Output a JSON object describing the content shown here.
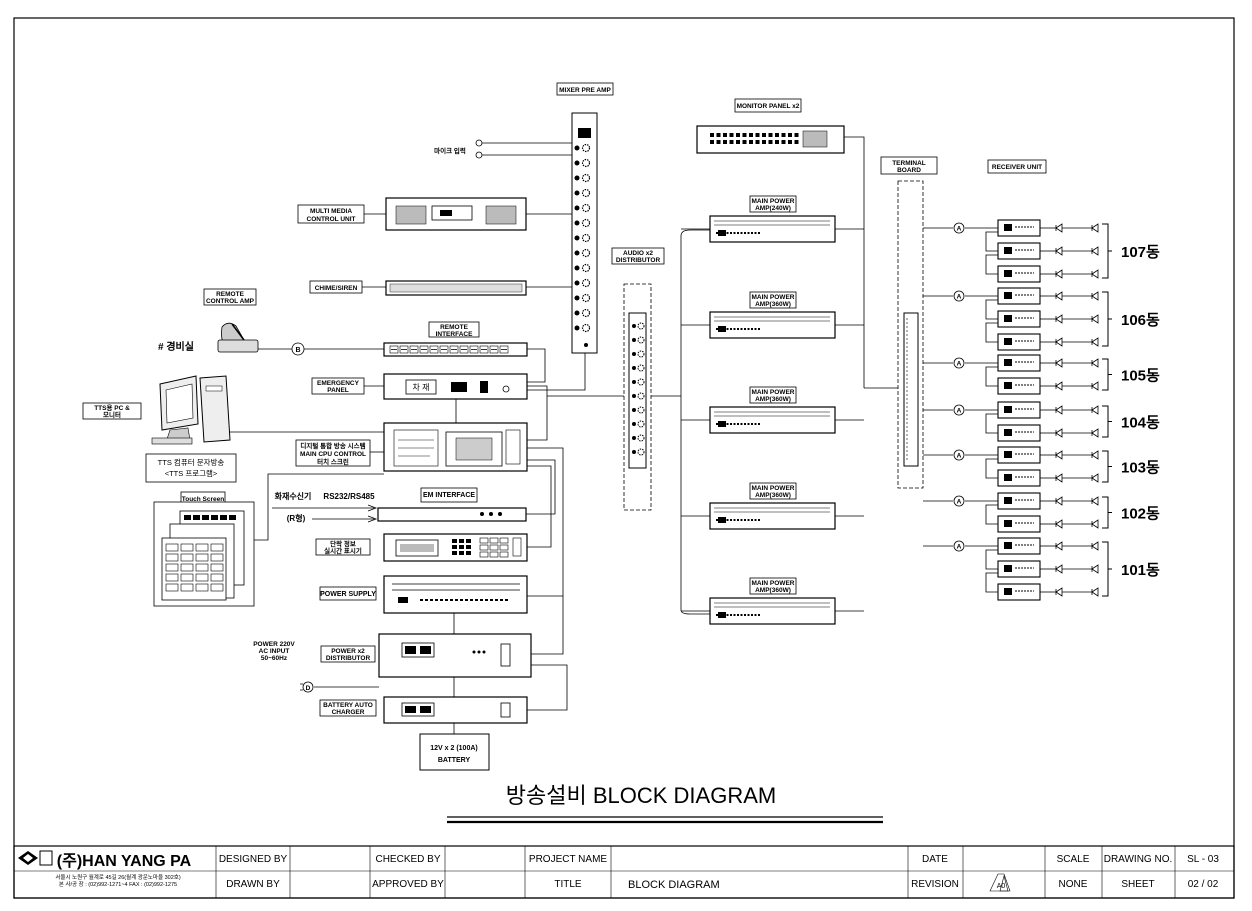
{
  "diagram": {
    "title": "방송설비 BLOCK DIAGRAM",
    "labels": {
      "mixer": "MIXER PRE AMP",
      "mic_input": "마이크 입력",
      "multimedia": [
        "MULTI MEDIA",
        "CONTROL UNIT"
      ],
      "chime": "CHIME/SIREN",
      "remote_amp": [
        "REMOTE",
        "CONTROL AMP"
      ],
      "guard_room": "# 경비실",
      "remote_if": [
        "REMOTE",
        "INTERFACE"
      ],
      "emergency": [
        "EMERGENCY",
        "PANEL"
      ],
      "tts_pc": [
        "TTS용 PC &",
        "모니터"
      ],
      "tts_program": [
        "TTS 컴퓨터 문자방송",
        "<TTS 프로그램>"
      ],
      "main_cpu": [
        "디지털 통합 방송 시스템",
        "MAIN CPU CONTROL",
        "터치 스크린"
      ],
      "touch_screen": "Touch Screen",
      "fire_receiver": "화재수신기",
      "rs232": "RS232/RS485",
      "r_type": "(R형)",
      "em_interface": "EM INTERFACE",
      "realtime": [
        "단락 정보",
        "실시간 표시기"
      ],
      "power_supply": "POWER SUPPLY",
      "power_input": [
        "POWER 220V",
        "AC INPUT",
        "50~60Hz"
      ],
      "power_dist": [
        "POWER x2",
        "DISTRIBUTOR"
      ],
      "battery_charger": [
        "BATTERY AUTO",
        "CHARGER"
      ],
      "battery": [
        "12V x 2 (100A)",
        "BATTERY"
      ],
      "audio_dist": [
        "AUDIO x2",
        "DISTRIBUTOR"
      ],
      "monitor_panel": "MONITOR PANEL x2",
      "terminal": [
        "TERMINAL",
        "BOARD"
      ],
      "receiver": "RECEIVER UNIT",
      "marker_a": "A",
      "marker_b": "B",
      "marker_d": "D",
      "emergency_button_text": "차 재"
    },
    "amps": [
      {
        "name": "MAIN POWER",
        "rating": "AMP(240W)"
      },
      {
        "name": "MAIN POWER",
        "rating": "AMP(360W)"
      },
      {
        "name": "MAIN POWER",
        "rating": "AMP(360W)"
      },
      {
        "name": "MAIN POWER",
        "rating": "AMP(360W)"
      },
      {
        "name": "MAIN POWER",
        "rating": "AMP(360W)"
      }
    ],
    "buildings": [
      {
        "name": "107동",
        "receivers": 3
      },
      {
        "name": "106동",
        "receivers": 3
      },
      {
        "name": "105동",
        "receivers": 2
      },
      {
        "name": "104동",
        "receivers": 2
      },
      {
        "name": "103동",
        "receivers": 2
      },
      {
        "name": "102동",
        "receivers": 2
      },
      {
        "name": "101동",
        "receivers": 3
      }
    ]
  },
  "title_block": {
    "company": "(주)HAN YANG PA",
    "address_1": "서울시 노원구 월계로 45길 26(월계 광운노마을 302호)",
    "address_2": "본 사/공 장 : (02)992-1271~4   FAX : (02)992-1275",
    "designed_by_label": "DESIGNED BY",
    "drawn_by_label": "DRAWN BY",
    "checked_by_label": "CHECKED BY",
    "approved_by_label": "APPROVED BY",
    "project_name_label": "PROJECT NAME",
    "title_label": "TITLE",
    "title_value": "BLOCK DIAGRAM",
    "date_label": "DATE",
    "revision_label": "REVISION",
    "revision_value": "A0",
    "scale_label": "SCALE",
    "scale_value": "NONE",
    "drawing_no_label": "DRAWING NO.",
    "drawing_no_value": "SL - 03",
    "sheet_label": "SHEET",
    "sheet_value": "02 / 02"
  }
}
